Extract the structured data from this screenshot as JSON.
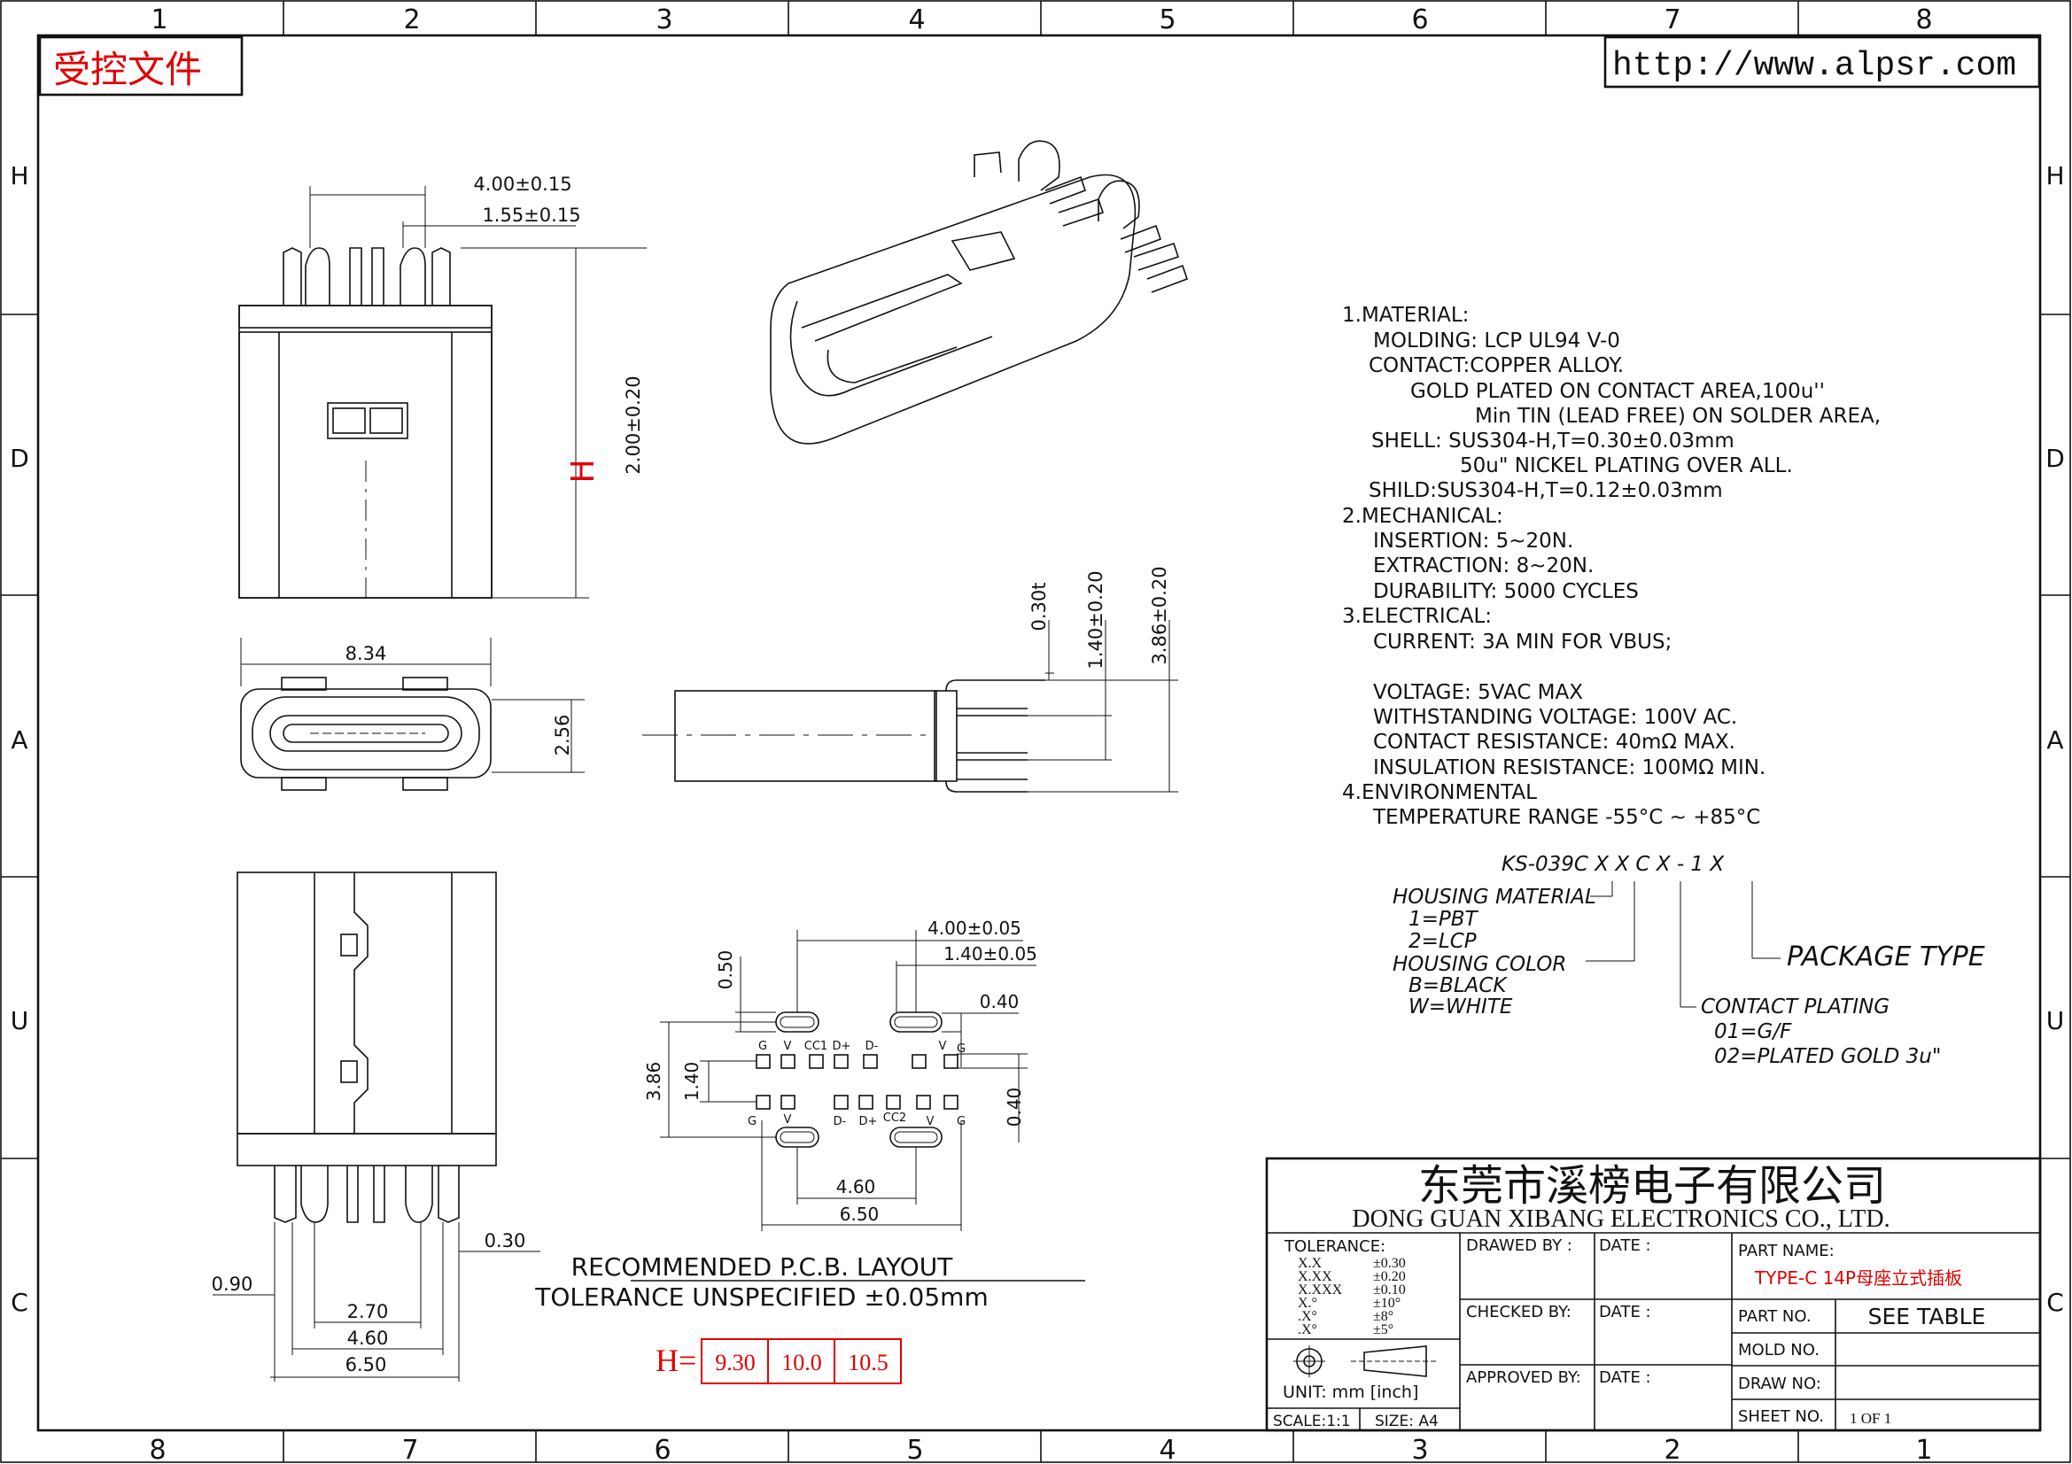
{
  "header": {
    "controlled_doc": "受控文件",
    "website": "http://www.alpsr.com"
  },
  "grid": {
    "top_cols": [
      "1",
      "2",
      "3",
      "4",
      "5",
      "6",
      "7",
      "8"
    ],
    "bottom_cols": [
      "8",
      "7",
      "6",
      "5",
      "4",
      "3",
      "2",
      "1"
    ],
    "left_rows": [
      "H",
      "D",
      "A",
      "U",
      "C"
    ],
    "right_rows": [
      "H",
      "D",
      "A",
      "U",
      "C"
    ]
  },
  "front_view": {
    "dim_width": "4.00±0.15",
    "dim_pitch": "1.55±0.15",
    "dim_height": "2.00±0.20",
    "h_label": "H"
  },
  "top_view": {
    "dim_width": "8.34",
    "dim_height": "2.56"
  },
  "side_view": {
    "dim_a": "0.30t",
    "dim_b": "1.40±0.20",
    "dim_c": "3.86±0.20"
  },
  "bottom_view": {
    "dim_a": "0.30",
    "dim_b": "0.90",
    "dim_c": "2.70",
    "dim_d": "4.60",
    "dim_e": "6.50"
  },
  "pcb_layout": {
    "dim_top1": "4.00±0.05",
    "dim_top2": "1.40±0.05",
    "dim_pad": "0.40",
    "dim_left1": "0.50",
    "dim_left2": "1.40",
    "dim_left3": "3.86",
    "dim_right": "0.40",
    "dim_bot1": "4.60",
    "dim_bot2": "6.50",
    "pins_top": [
      "G",
      "V",
      "CC1",
      "D+",
      "D-",
      "V",
      "G"
    ],
    "pins_bottom": [
      "G",
      "V",
      "D-",
      "D+",
      "CC2",
      "V",
      "G"
    ],
    "title": "RECOMMENDED   P.C.B.  LAYOUT",
    "tolerance": "TOLERANCE  UNSPECIFIED  ±0.05mm"
  },
  "h_table": {
    "label": "H=",
    "values": [
      "9.30",
      "10.0",
      "10.5"
    ]
  },
  "specs": [
    "1.MATERIAL:",
    "MOLDING: LCP UL94 V-0",
    "CONTACT:COPPER  ALLOY.",
    "GOLD PLATED   ON CONTACT AREA,100u''",
    "Min TIN (LEAD FREE) ON SOLDER AREA,",
    "SHELL: SUS304-H,T=0.30±0.03mm",
    "50u\" NICKEL PLATING OVER ALL.",
    "SHILD:SUS304-H,T=0.12±0.03mm",
    "2.MECHANICAL:",
    "INSERTION: 5~20N.",
    "EXTRACTION: 8~20N.",
    "DURABILITY: 5000 CYCLES",
    "3.ELECTRICAL:",
    "CURRENT: 3A MIN FOR VBUS;",
    "VOLTAGE: 5VAC MAX",
    "WITHSTANDING VOLTAGE: 100V AC.",
    "CONTACT RESISTANCE: 40mΩ MAX.",
    "INSULATION RESISTANCE: 100MΩ MIN.",
    "4.ENVIRONMENTAL",
    "TEMPERATURE RANGE -55°C ~ +85°C"
  ],
  "part_code": {
    "code": "KS-039C X X C X - 1 X",
    "housing_material": "HOUSING MATERIAL",
    "hm1": "1=PBT",
    "hm2": "2=LCP",
    "housing_color": "HOUSING COLOR",
    "hc1": "B=BLACK",
    "hc2": "W=WHITE",
    "contact_plating": "CONTACT PLATING",
    "cp1": "01=G/F",
    "cp2": "02=PLATED GOLD 3u\"",
    "package_type": "PACKAGE TYPE"
  },
  "title_block": {
    "company_cn": "东莞市溪榜电子有限公司",
    "company_en": "DONG GUAN XIBANG ELECTRONICS CO., LTD.",
    "tolerance_label": "TOLERANCE:",
    "tol_rows": [
      {
        "k": "X.X",
        "v": "±0.30"
      },
      {
        "k": "X.XX",
        "v": "±0.20"
      },
      {
        "k": "X.XXX",
        "v": "±0.10"
      },
      {
        "k": "X.°",
        "v": "±10°"
      },
      {
        "k": ".X°",
        "v": "±8°"
      },
      {
        "k": ".X°",
        "v": "±5°"
      }
    ],
    "unit": "UNIT:  mm  [inch]",
    "scale": "SCALE:1:1",
    "size": "SIZE: A4",
    "drawn_by": "DRAWED BY :",
    "checked_by": "CHECKED BY:",
    "approved_by": "APPROVED BY:",
    "date1": "DATE :",
    "date2": "DATE :",
    "date3": "DATE :",
    "part_name_label": "PART NAME:",
    "part_name": "TYPE-C 14P母座立式插板",
    "part_no_label": "PART NO.",
    "part_no": "SEE TABLE",
    "mold_no_label": "MOLD NO.",
    "draw_no_label": "DRAW NO:",
    "sheet_no_label": "SHEET NO.",
    "sheet_no": "1 OF 1"
  }
}
